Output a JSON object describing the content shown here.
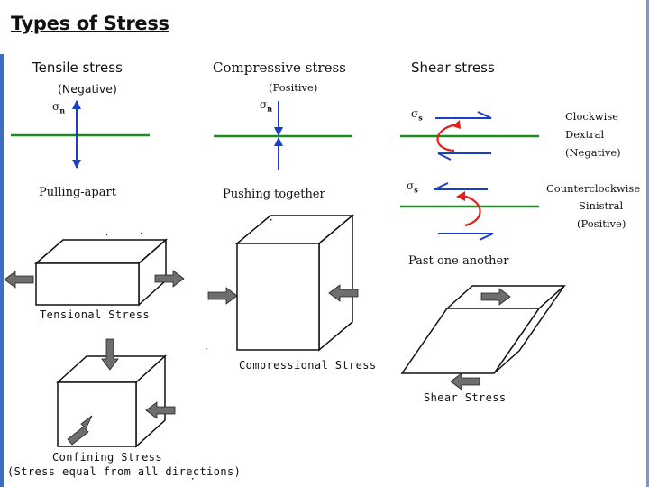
{
  "title": "Types of Stress",
  "tensile": {
    "heading": "Tensile stress",
    "sign": "(Negative)",
    "sigma": "σ",
    "sigma_sub": "n",
    "description": "Pulling-apart",
    "block_caption": "Tensional Stress"
  },
  "compressive": {
    "heading": "Compressive stress",
    "sign": "(Positive)",
    "sigma": "σ",
    "sigma_sub": "n",
    "description": "Pushing together",
    "block_caption": "Compressional Stress"
  },
  "shear": {
    "heading": "Shear stress",
    "sigma": "σ",
    "sigma_sub": "s",
    "clockwise": [
      "Clockwise",
      "Dextral",
      "(Negative)"
    ],
    "counterclockwise": [
      "Counterclockwise",
      "Sinistral",
      "(Positive)"
    ],
    "description": "Past one another",
    "block_caption": "Shear Stress"
  },
  "confining": {
    "caption": "Confining Stress",
    "note": "(Stress equal from all directions)"
  },
  "colors": {
    "green_line": "#1e8c1e",
    "blue_arrow": "#1a3fc4",
    "red_arrow": "#e0201a",
    "gray_arrow": "#6e6e6e"
  }
}
